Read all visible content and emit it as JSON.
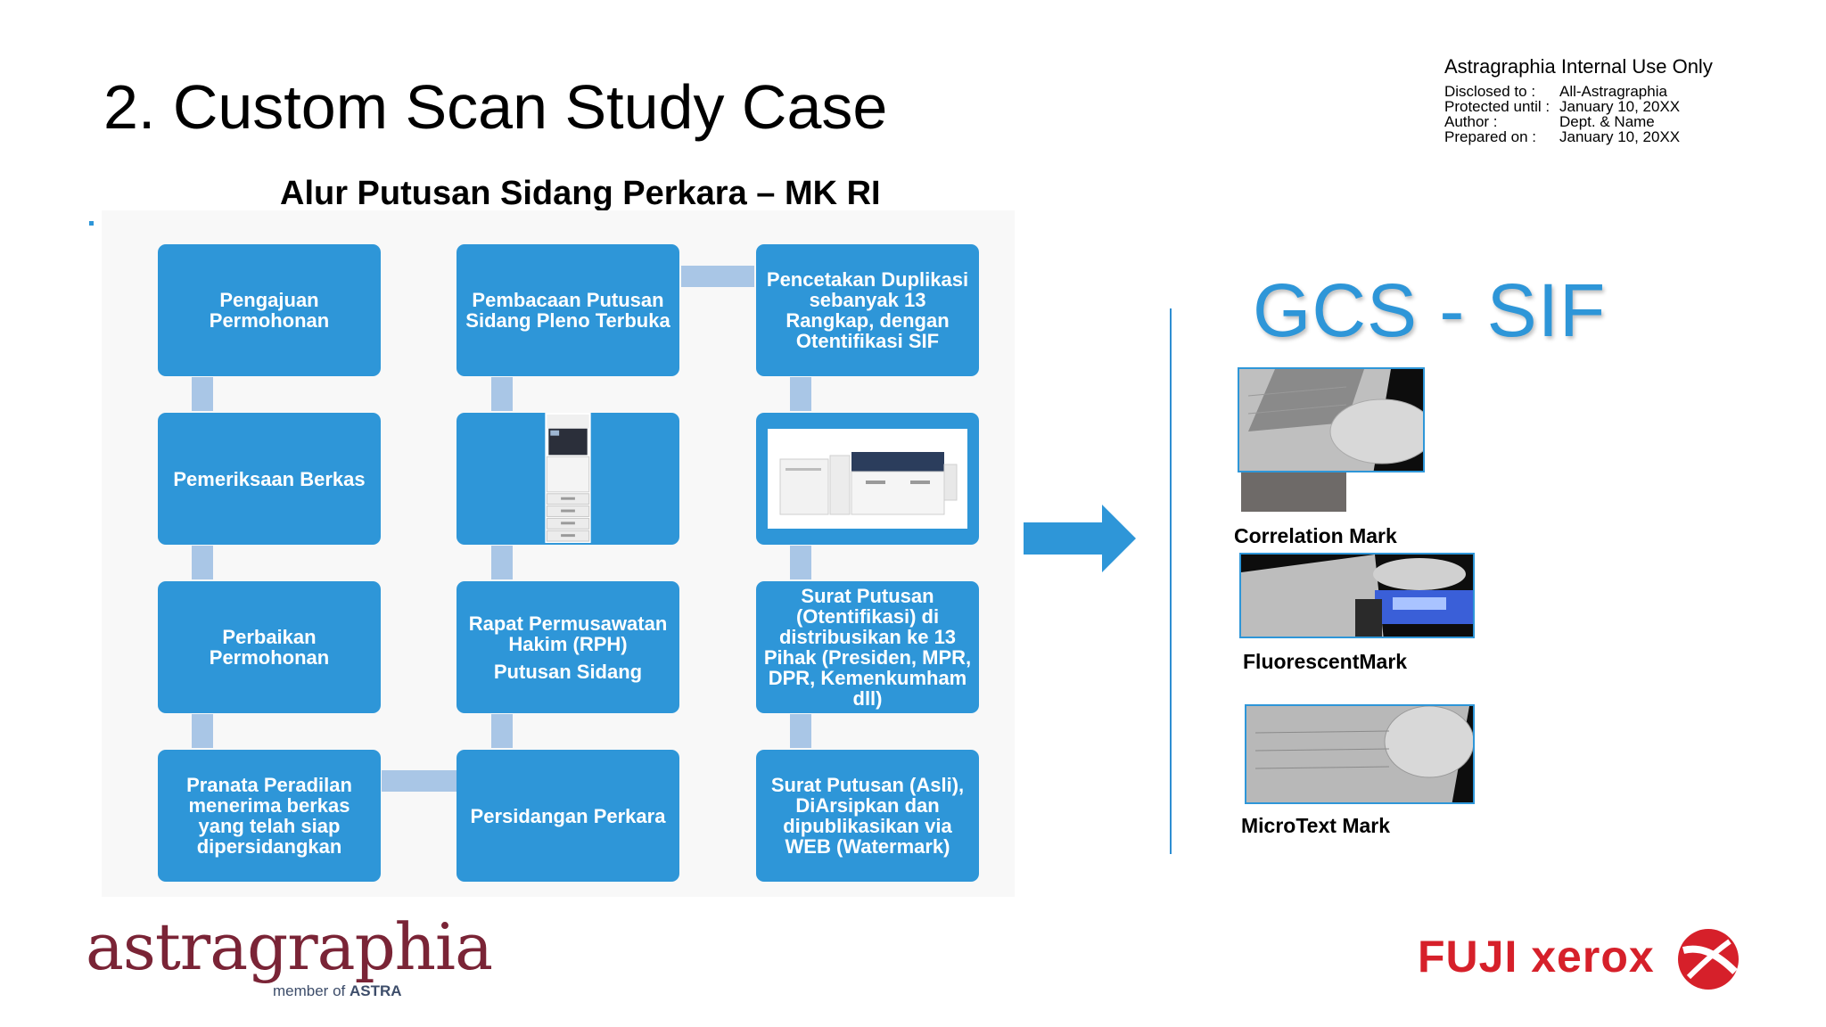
{
  "slide": {
    "title": "2. Custom Scan Study Case",
    "diagram_title": "Alur Putusan Sidang Perkara – MK RI"
  },
  "classification": {
    "header": "Astragraphia Internal Use Only",
    "rows": [
      {
        "key": "Disclosed to :",
        "value": "All-Astragraphia"
      },
      {
        "key": "Protected until :",
        "value": "January 10, 20XX"
      },
      {
        "key": "Author :",
        "value": "Dept. & Name"
      },
      {
        "key": "Prepared on :",
        "value": "January 10, 20XX"
      }
    ]
  },
  "flow": {
    "col1": {
      "b1": "Pengajuan Permohonan",
      "b2": "Pemeriksaan Berkas",
      "b3": "Perbaikan Permohonan",
      "b4": "Pranata Peradilan menerima berkas yang telah siap dipersidangkan"
    },
    "col2": {
      "b1": "Pembacaan Putusan Sidang Pleno Terbuka",
      "b3_line1": "Rapat Permusawatan Hakim (RPH)",
      "b3_line2": "Putusan Sidang",
      "b4": "Persidangan Perkara"
    },
    "col3": {
      "b1": "Pencetakan Duplikasi sebanyak 13 Rangkap, dengan Otentifikasi SIF",
      "b3": "Surat Putusan (Otentifikasi) di distribusikan ke 13 Pihak (Presiden, MPR, DPR, Kemenkumham dll)",
      "b4": "Surat Putusan (Asli), DiArsipkan dan dipublikasikan via WEB (Watermark)"
    },
    "accent_color": "#2e96d8",
    "connector_color": "#a9c6e6"
  },
  "security": {
    "heading": "GCS - SIF",
    "marks": [
      {
        "label": "Correlation Mark"
      },
      {
        "label": "FluorescentMark"
      },
      {
        "label": "MicroText Mark"
      }
    ]
  },
  "logos": {
    "astragraphia": "astragraphia",
    "member_prefix": "member of",
    "member_brand": "ASTRA",
    "fuji_xerox": "FUJI xerox"
  }
}
